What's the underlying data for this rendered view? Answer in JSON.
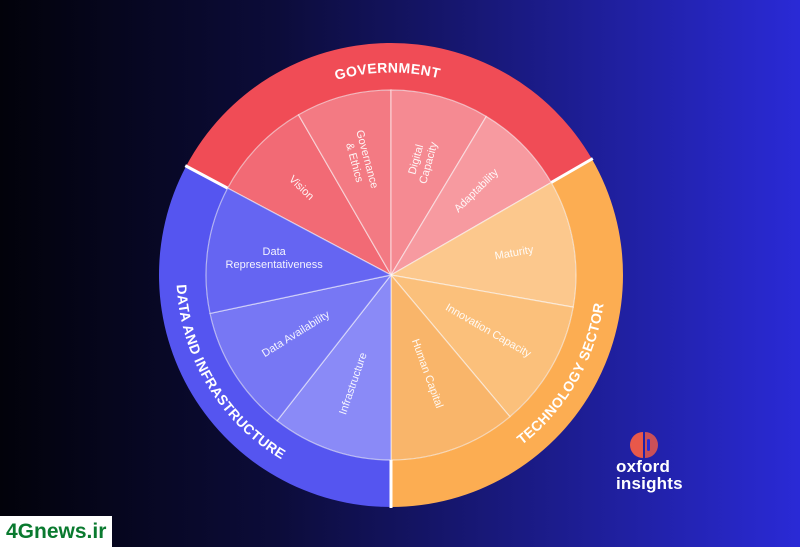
{
  "colors": {
    "bg_left": "#02020a",
    "bg_right": "#2a2ad6",
    "government": "#f04c56",
    "government_inner": [
      "#f26a75",
      "#f37a83",
      "#f58a92",
      "#f79aa0"
    ],
    "technology": "#fcad52",
    "technology_inner": [
      "#fcc88d",
      "#fbc07b",
      "#f9b56a"
    ],
    "data": "#5555f0",
    "data_inner": [
      "#8a8af7",
      "#7777f4",
      "#6565f2"
    ],
    "logo_accent": "#e8584a"
  },
  "sectors": [
    {
      "name": "GOVERNMENT",
      "color_key": "government",
      "pillars": [
        "Vision",
        "Governance & Ethics",
        "Digital Capacity",
        "Adaptability"
      ]
    },
    {
      "name": "TECHNOLOGY SECTOR",
      "color_key": "technology",
      "pillars": [
        "Maturity",
        "Innovation Capacity",
        "Human Capital"
      ]
    },
    {
      "name": "DATA AND INFRASTRUCTURE",
      "color_key": "data",
      "pillars": [
        "Infrastructure",
        "Data Availability",
        "Data Representativeness"
      ]
    }
  ],
  "logo": {
    "icon": "oxford-insights-logo-icon",
    "line1": "oxford",
    "line2": "insights"
  },
  "watermark": "4Gnews.ir"
}
